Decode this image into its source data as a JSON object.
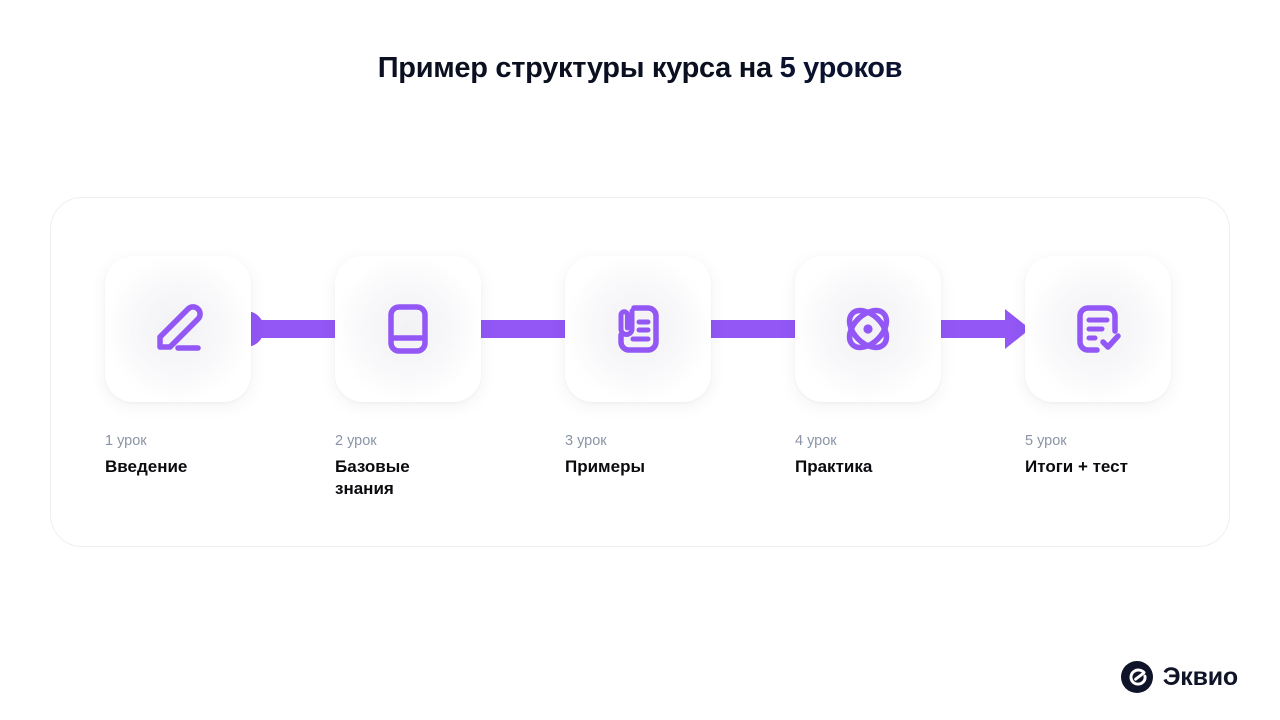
{
  "title": {
    "prefix": "Пример структуры курса на ",
    "accent": "5 уроков"
  },
  "colors": {
    "accent": "#9257F5",
    "title": "#0B1020",
    "lesson_num": "#8A94A6",
    "lesson_name": "#0B0B0F",
    "panel_border": "#EFEFF3",
    "logo": "#101428"
  },
  "steps": [
    {
      "num": "1 урок",
      "name": "Введение",
      "icon": "pencil-edit-icon"
    },
    {
      "num": "2 урок",
      "name": "Базовые\nзнания",
      "icon": "book-icon"
    },
    {
      "num": "3 урок",
      "name": "Примеры",
      "icon": "document-attachment-icon"
    },
    {
      "num": "4 урок",
      "name": "Практика",
      "icon": "atom-icon"
    },
    {
      "num": "5 урок",
      "name": "Итоги + тест",
      "icon": "document-check-icon"
    }
  ],
  "connectors": [
    {
      "style": "dot-bar"
    },
    {
      "style": "bar"
    },
    {
      "style": "bar"
    },
    {
      "style": "bar-arrow"
    }
  ],
  "logo": {
    "text": "Эквио",
    "mark": "eqvio-logo-icon"
  }
}
